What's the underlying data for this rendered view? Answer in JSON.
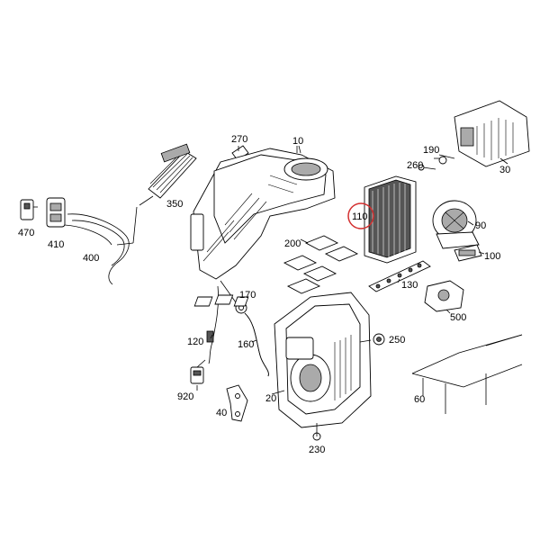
{
  "highlight_color": "#d32f2f",
  "callouts": {
    "c10": "10",
    "c20": "20",
    "c30": "30",
    "c40": "40",
    "c60": "60",
    "c90": "90",
    "c100": "100",
    "c110": "110",
    "c120": "120",
    "c130": "130",
    "c160": "160",
    "c170": "170",
    "c190": "190",
    "c200": "200",
    "c230": "230",
    "c250": "250",
    "c260": "260",
    "c270": "270",
    "c350": "350",
    "c400": "400",
    "c410": "410",
    "c470": "470",
    "c500": "500",
    "c920": "920"
  }
}
